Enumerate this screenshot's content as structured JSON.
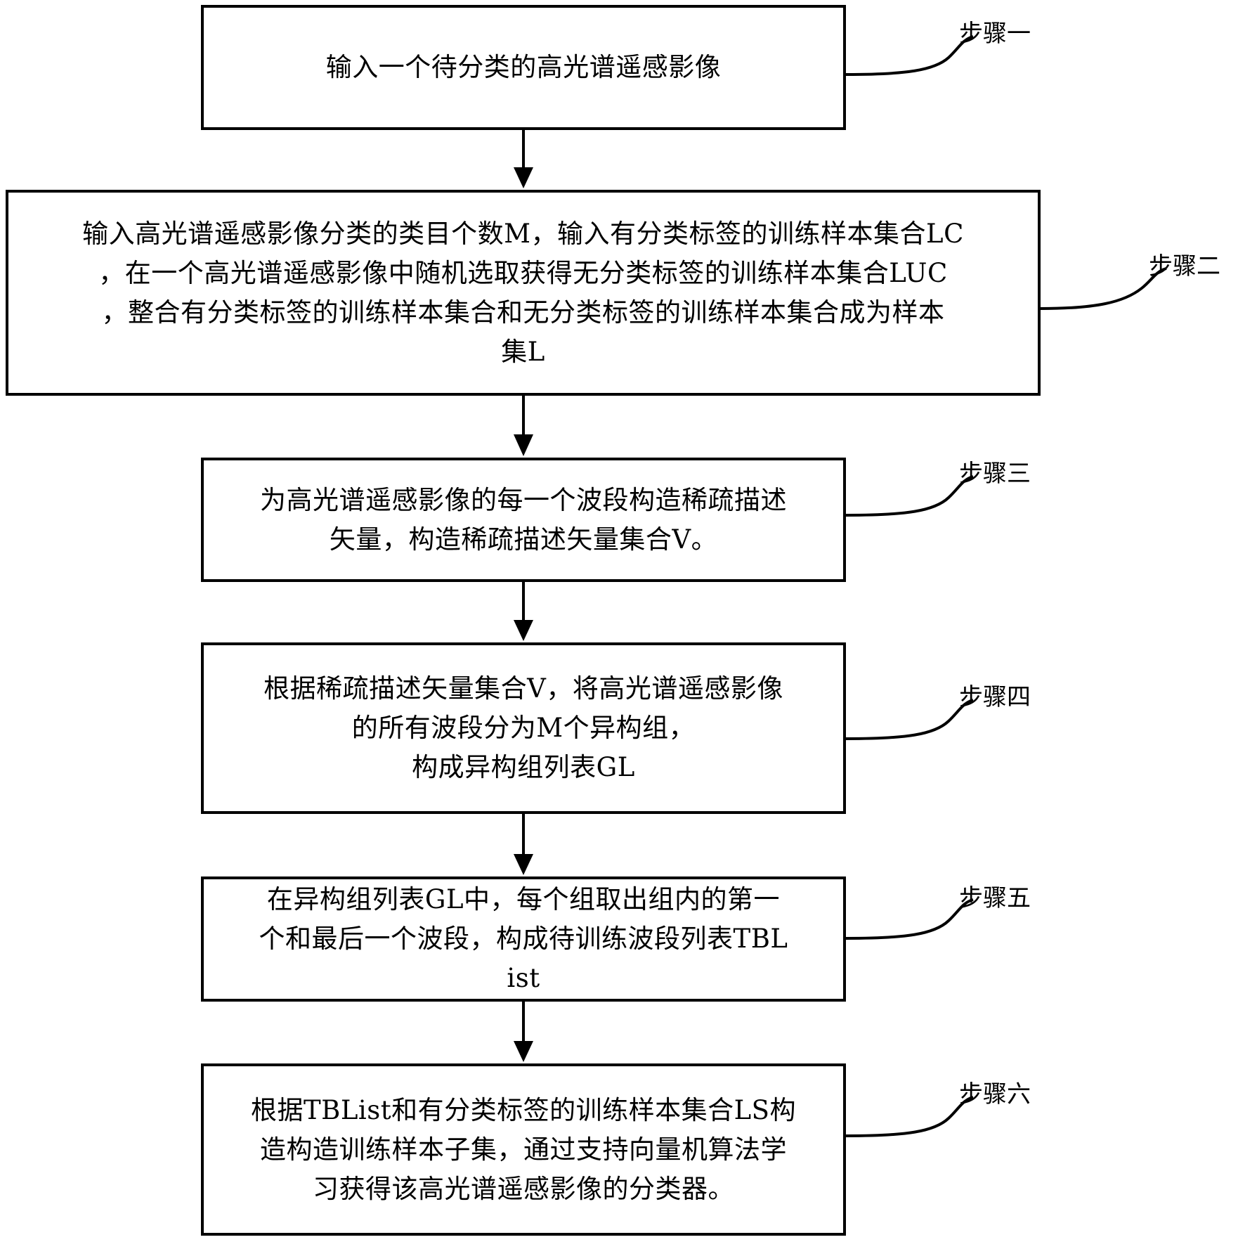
{
  "steps": [
    {
      "text": "输入一个待分类的高光谱遥感影像",
      "label": "步骤一"
    },
    {
      "text": "输入高光谱遥感影像分类的类目个数M，输入有分类标签的训练样本集合LC\n，在一个高光谱遥感影像中随机选取获得无分类标签的训练样本集合LUC\n，整合有分类标签的训练样本集合和无分类标签的训练样本集合成为样本\n集L",
      "label": "步骤二"
    },
    {
      "text": "为高光谱遥感影像的每一个波段构造稀疏描述\n矢量，构造稀疏描述矢量集合V。",
      "label": "步骤三"
    },
    {
      "text": "根据稀疏描述矢量集合V，将高光谱遥感影像\n的所有波段分为M个异构组，\n构成异构组列表GL",
      "label": "步骤四"
    },
    {
      "text": "在异构组列表GL中，每个组取出组内的第一\n个和最后一个波段，构成待训练波段列表TBL\nist",
      "label": "步骤五"
    },
    {
      "text": "根据TBList和有分类标签的训练样本集合LS构\n造构造训练样本子集，通过支持向量机算法学\n习获得该高光谱遥感影像的分类器。",
      "label": "步骤六"
    }
  ]
}
